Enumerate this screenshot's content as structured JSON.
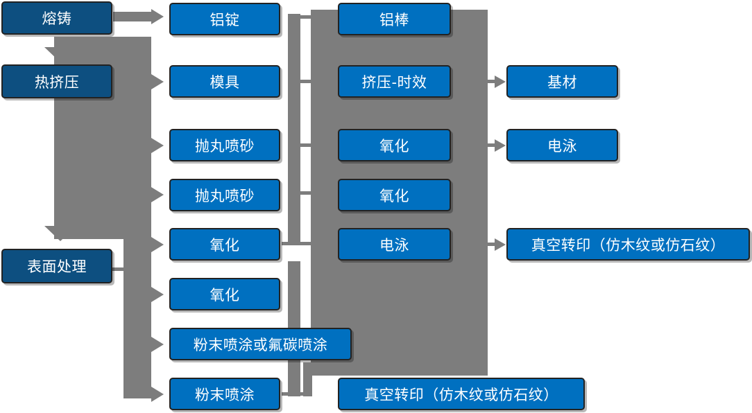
{
  "diagram": {
    "type": "flowchart",
    "language": "zh-CN",
    "colors": {
      "stage_box": "#0d4f80",
      "process_box": "#0070c0",
      "connector": "#7d7d7d",
      "box_border": "#222222",
      "text": "#ffffff",
      "background": "#ffffff"
    },
    "stages": [
      "熔铸",
      "热挤压",
      "表面处理"
    ],
    "col2": [
      "铝锭",
      "模具",
      "抛丸喷砂",
      "抛丸喷砂",
      "氧化",
      "氧化",
      "粉末喷涂或氟碳喷涂",
      "粉末喷涂"
    ],
    "col3": [
      "铝棒",
      "挤压-时效",
      "氧化",
      "氧化",
      "电泳",
      "真空转印（仿木纹或仿石纹）"
    ],
    "col4": [
      "基材",
      "电泳",
      "真空转印（仿木纹或仿石纹）"
    ]
  }
}
